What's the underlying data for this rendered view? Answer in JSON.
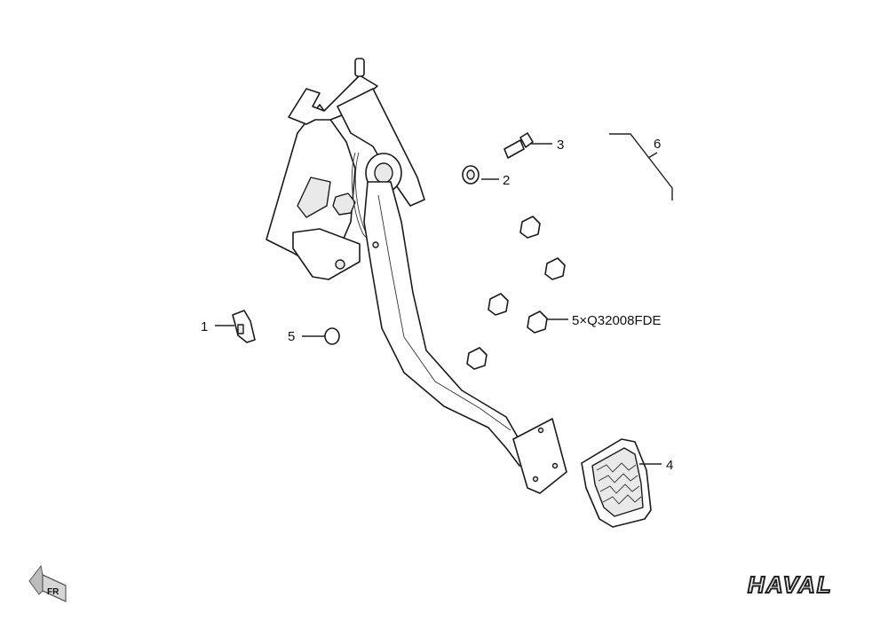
{
  "diagram": {
    "callouts": [
      {
        "id": "1",
        "label": "1"
      },
      {
        "id": "2",
        "label": "2"
      },
      {
        "id": "3",
        "label": "3"
      },
      {
        "id": "4",
        "label": "4"
      },
      {
        "id": "5",
        "label": "5"
      },
      {
        "id": "5b",
        "label": "5×Q32008FDE"
      },
      {
        "id": "6",
        "label": "6"
      }
    ],
    "badge": {
      "text": "FR"
    },
    "brand": {
      "text": "HAVAL"
    }
  }
}
